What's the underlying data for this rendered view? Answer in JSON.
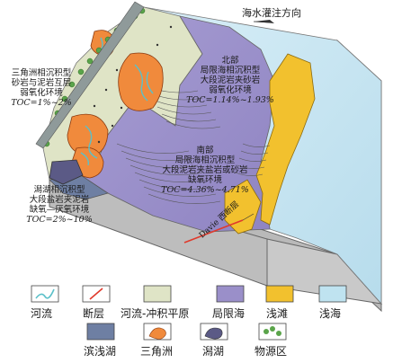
{
  "diagram": {
    "seawater_direction": "海水灌注方向",
    "fault_label": "Davie 西断层",
    "north": {
      "title": "北部",
      "line1": "局限海相沉积型",
      "line2": "大段泥岩夹砂岩",
      "line3": "弱氧化环境",
      "toc": "TOC=1.14%~1.93%"
    },
    "south": {
      "title": "南部",
      "line1": "局限海相沉积型",
      "line2": "大段泥岩夹盐岩或砂岩",
      "line3": "缺氧环境",
      "toc": "TOC=4.36%~4.71%"
    },
    "delta": {
      "line1": "三角洲相沉积型",
      "line2": "砂岩与泥岩互层",
      "line3": "弱氧化环境",
      "toc": "TOC=1%~2%"
    },
    "lagoon": {
      "line1": "潟湖相沉积型",
      "line2": "大段盐岩夹泥岩",
      "line3": "缺氧—厌氧环境",
      "toc": "TOC=2%~10%"
    }
  },
  "legend": {
    "items": [
      {
        "label": "河流",
        "icon": "river-icon",
        "color": "#5bc0c9"
      },
      {
        "label": "断层",
        "icon": "fault-icon",
        "color": "#e03a2c"
      },
      {
        "label": "河流-冲积平原",
        "icon": "alluvial-plain-swatch",
        "color": "#dfe4c6"
      },
      {
        "label": "局限海",
        "icon": "restricted-sea-swatch",
        "color": "#9a8fc9"
      },
      {
        "label": "浅滩",
        "icon": "shoal-swatch",
        "color": "#f2c12e"
      },
      {
        "label": "浅海",
        "icon": "shallow-sea-swatch",
        "color": "#bfe3f0"
      },
      {
        "label": "滨浅湖",
        "icon": "shore-lake-swatch",
        "color": "#6e7fa3"
      },
      {
        "label": "三角洲",
        "icon": "delta-icon",
        "color": "#f08a3c"
      },
      {
        "label": "潟湖",
        "icon": "lagoon-icon",
        "color": "#5b5a86"
      },
      {
        "label": "物源区",
        "icon": "provenance-icon",
        "color": "#5aa44a"
      }
    ]
  }
}
